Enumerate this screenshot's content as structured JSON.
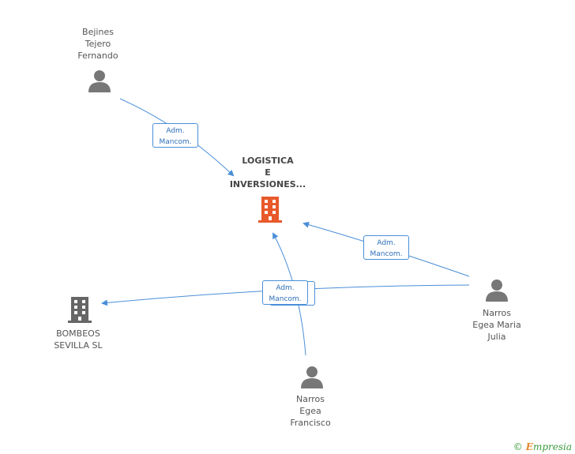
{
  "nodes": {
    "logistica": {
      "label": "LOGISTICA\nE\nINVERSIONES...",
      "kind": "company-main"
    },
    "bejines": {
      "label": "Bejines\nTejero\nFernando",
      "kind": "person"
    },
    "narros_maria": {
      "label": "Narros\nEgea Maria\nJulia",
      "kind": "person"
    },
    "narros_francisco": {
      "label": "Narros\nEgea\nFrancisco",
      "kind": "person"
    },
    "bombeos": {
      "label": "BOMBEOS\nSEVILLA SL",
      "kind": "company"
    }
  },
  "edges": {
    "e1": {
      "label": "Adm.\nMancom."
    },
    "e2": {
      "label": "Adm.\nMancom."
    },
    "e3": {
      "label": "Adm.\nMancom."
    },
    "e4": {
      "label": "Adm.\nMancom."
    }
  },
  "footer": {
    "copyright": "©",
    "brand_first": "E",
    "brand_rest": "mpresia"
  },
  "colors": {
    "edge": "#4a8fd8",
    "person": "#777777",
    "company": "#666666",
    "main_company": "#e8592b"
  }
}
